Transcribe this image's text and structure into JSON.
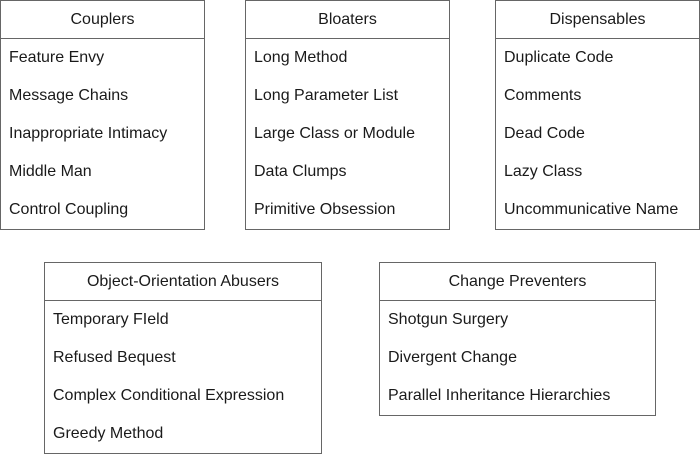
{
  "groups": [
    {
      "title": "Couplers",
      "items": [
        "Feature Envy",
        "Message Chains",
        "Inappropriate Intimacy",
        "Middle Man",
        "Control Coupling"
      ]
    },
    {
      "title": "Bloaters",
      "items": [
        "Long Method",
        "Long Parameter List",
        "Large Class or Module",
        "Data Clumps",
        "Primitive Obsession"
      ]
    },
    {
      "title": "Dispensables",
      "items": [
        "Duplicate Code",
        "Comments",
        "Dead Code",
        "Lazy Class",
        "Uncommunicative Name"
      ]
    },
    {
      "title": "Object-Orientation Abusers",
      "items": [
        "Temporary FIeld",
        "Refused Bequest",
        "Complex Conditional Expression",
        "Greedy Method"
      ]
    },
    {
      "title": "Change Preventers",
      "items": [
        "Shotgun Surgery",
        "Divergent Change",
        "Parallel Inheritance Hierarchies"
      ]
    }
  ]
}
